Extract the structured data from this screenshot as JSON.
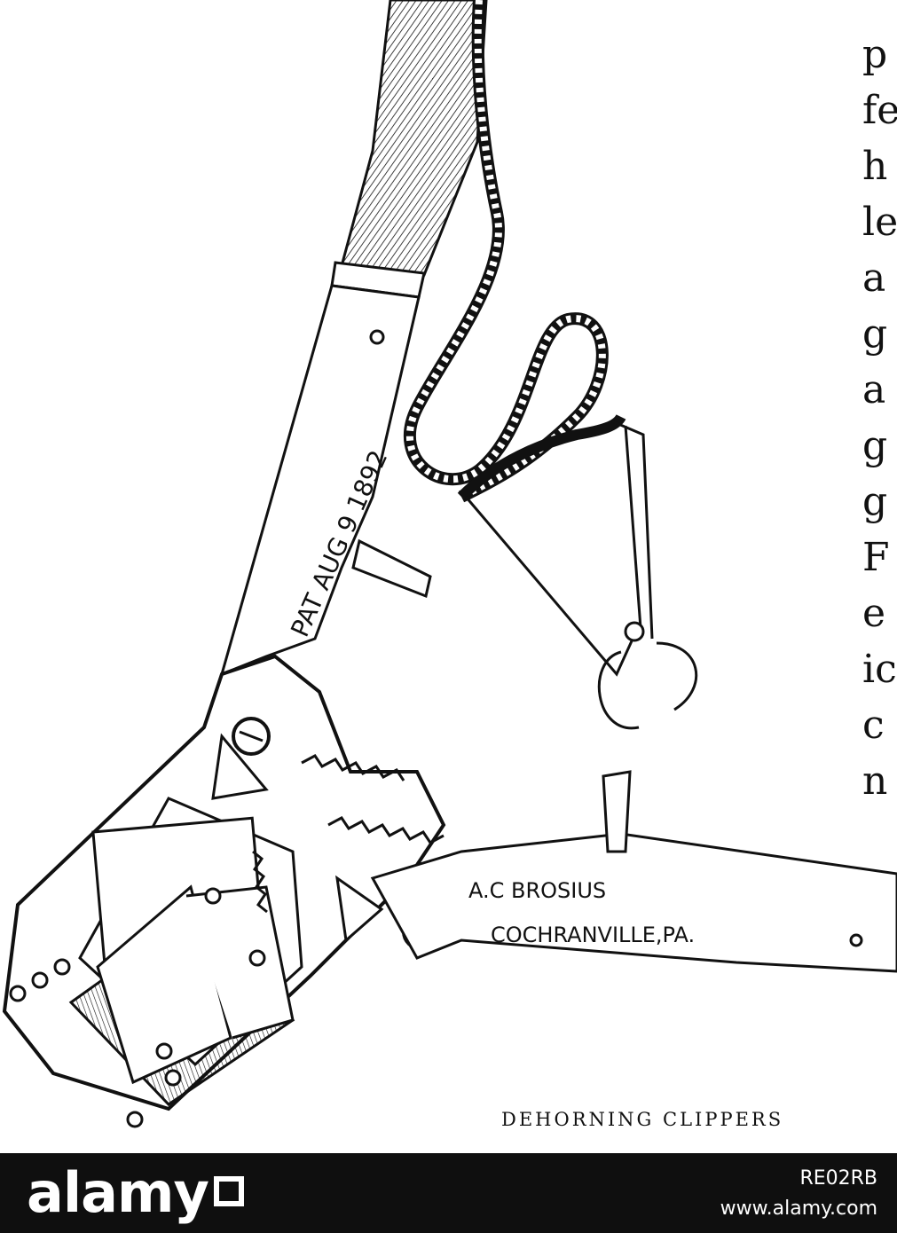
{
  "illustration": {
    "patent_stamp": "PAT AUG 9 1892",
    "maker_line1": "A.C BROSIUS",
    "maker_line2": "COCHRANVILLE,PA."
  },
  "caption": "DEHORNING CLIPPERS",
  "text_fragments": [
    "p",
    "fe",
    "h",
    "le",
    "a",
    "g",
    "a",
    "g",
    "g",
    "F",
    "e",
    "ic",
    "c",
    "n"
  ],
  "footer": {
    "logo_text": "alamy",
    "image_id": "RE02RB",
    "site": "www.alamy.com"
  }
}
